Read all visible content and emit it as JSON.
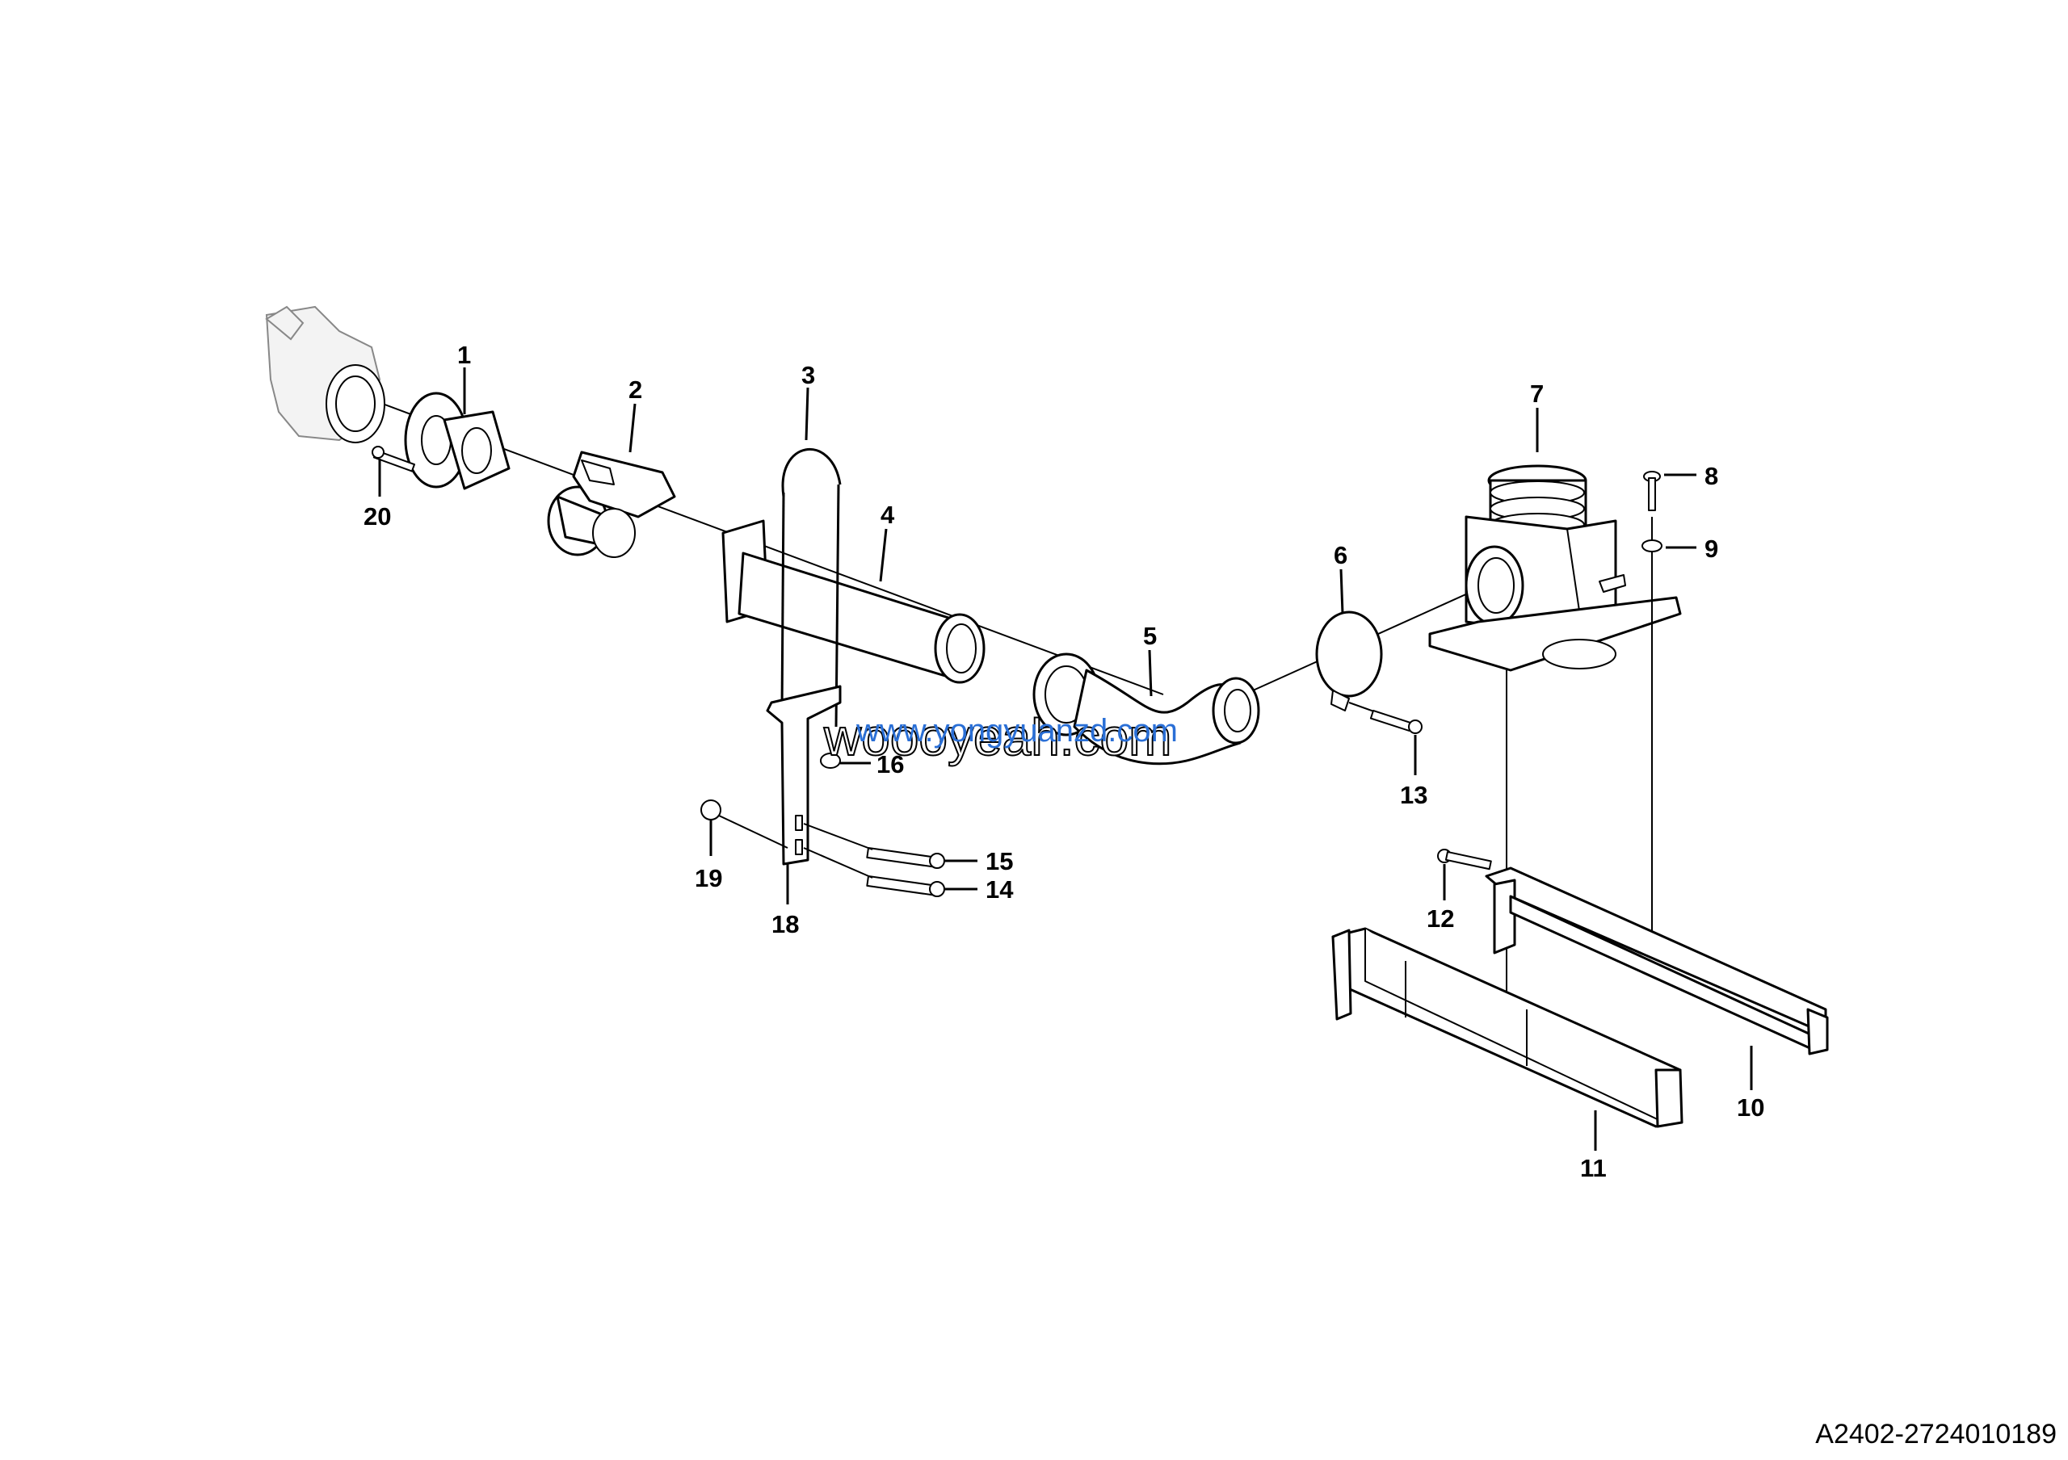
{
  "drawing_number": "A2402-2724010189",
  "watermark": {
    "text_outline": "woooyeah.com",
    "text_overlay": "www.yongyuanzd.com"
  },
  "callouts": [
    {
      "id": "1",
      "label": "1"
    },
    {
      "id": "2",
      "label": "2"
    },
    {
      "id": "3",
      "label": "3"
    },
    {
      "id": "4",
      "label": "4"
    },
    {
      "id": "5",
      "label": "5"
    },
    {
      "id": "6",
      "label": "6"
    },
    {
      "id": "7",
      "label": "7"
    },
    {
      "id": "8",
      "label": "8"
    },
    {
      "id": "9",
      "label": "9"
    },
    {
      "id": "10",
      "label": "10"
    },
    {
      "id": "11",
      "label": "11"
    },
    {
      "id": "12",
      "label": "12"
    },
    {
      "id": "13",
      "label": "13"
    },
    {
      "id": "14",
      "label": "14"
    },
    {
      "id": "15",
      "label": "15"
    },
    {
      "id": "16",
      "label": "16"
    },
    {
      "id": "18",
      "label": "18"
    },
    {
      "id": "19",
      "label": "19"
    },
    {
      "id": "20",
      "label": "20"
    }
  ]
}
